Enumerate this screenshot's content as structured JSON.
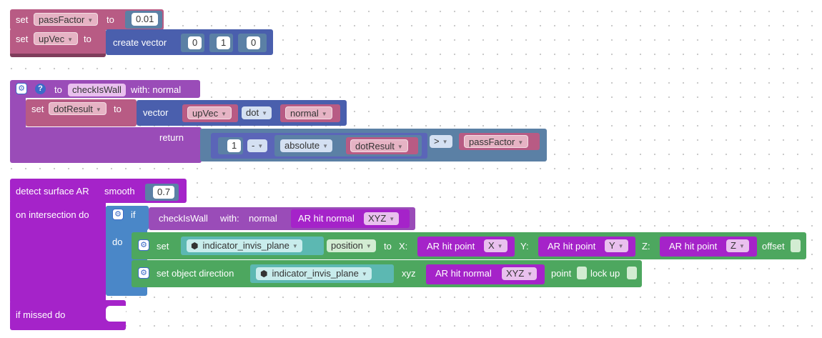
{
  "row1": {
    "set": "set",
    "var": "passFactor",
    "to": "to",
    "value": "0.01"
  },
  "row2": {
    "set": "set",
    "var": "upVec",
    "to": "to",
    "create": "create vector",
    "x": "0",
    "y": "1",
    "z": "0"
  },
  "proc": {
    "to": "to",
    "name": "checkIsWall",
    "with": "with: normal",
    "set": "set",
    "var": "dotResult",
    "set_to": "to",
    "vector": "vector",
    "vec_a": "upVec",
    "op": "dot",
    "vec_b": "normal",
    "return": "return",
    "one": "1",
    "minus": "-",
    "absolute": "absolute",
    "dot_result": "dotResult",
    "gt": ">",
    "pass": "passFactor"
  },
  "ar": {
    "detect": "detect surface AR",
    "smooth": "smooth",
    "smooth_val": "0.7",
    "on_intersection": "on intersection do",
    "if": "if",
    "do": "do",
    "call": "checkIsWall",
    "with": "with:",
    "normal_label": "normal",
    "hit_normal": "AR hit normal",
    "xyz": "XYZ",
    "set": "set",
    "object": "indicator_invis_plane",
    "position": "position",
    "to": "to",
    "x_label": "X:",
    "y_label": "Y:",
    "z_label": "Z:",
    "hit_point": "AR hit point",
    "x": "X",
    "y": "Y",
    "z": "Z",
    "offset": "offset",
    "set_dir": "set object direction",
    "object2": "indicator_invis_plane",
    "xyz_label": "xyz",
    "hit_normal2": "AR hit normal",
    "xyz2": "XYZ",
    "point": "point",
    "lock_up": "lock up",
    "if_missed": "if missed do"
  },
  "colors": {
    "variables": "#b85b84",
    "vector": "#4a5fad",
    "procedure": "#9a4cb8",
    "ar_event": "#a523c9",
    "control": "#4a87c8",
    "object": "#4da75f",
    "math": "#5b80a5",
    "logic": "#5b65b8"
  }
}
